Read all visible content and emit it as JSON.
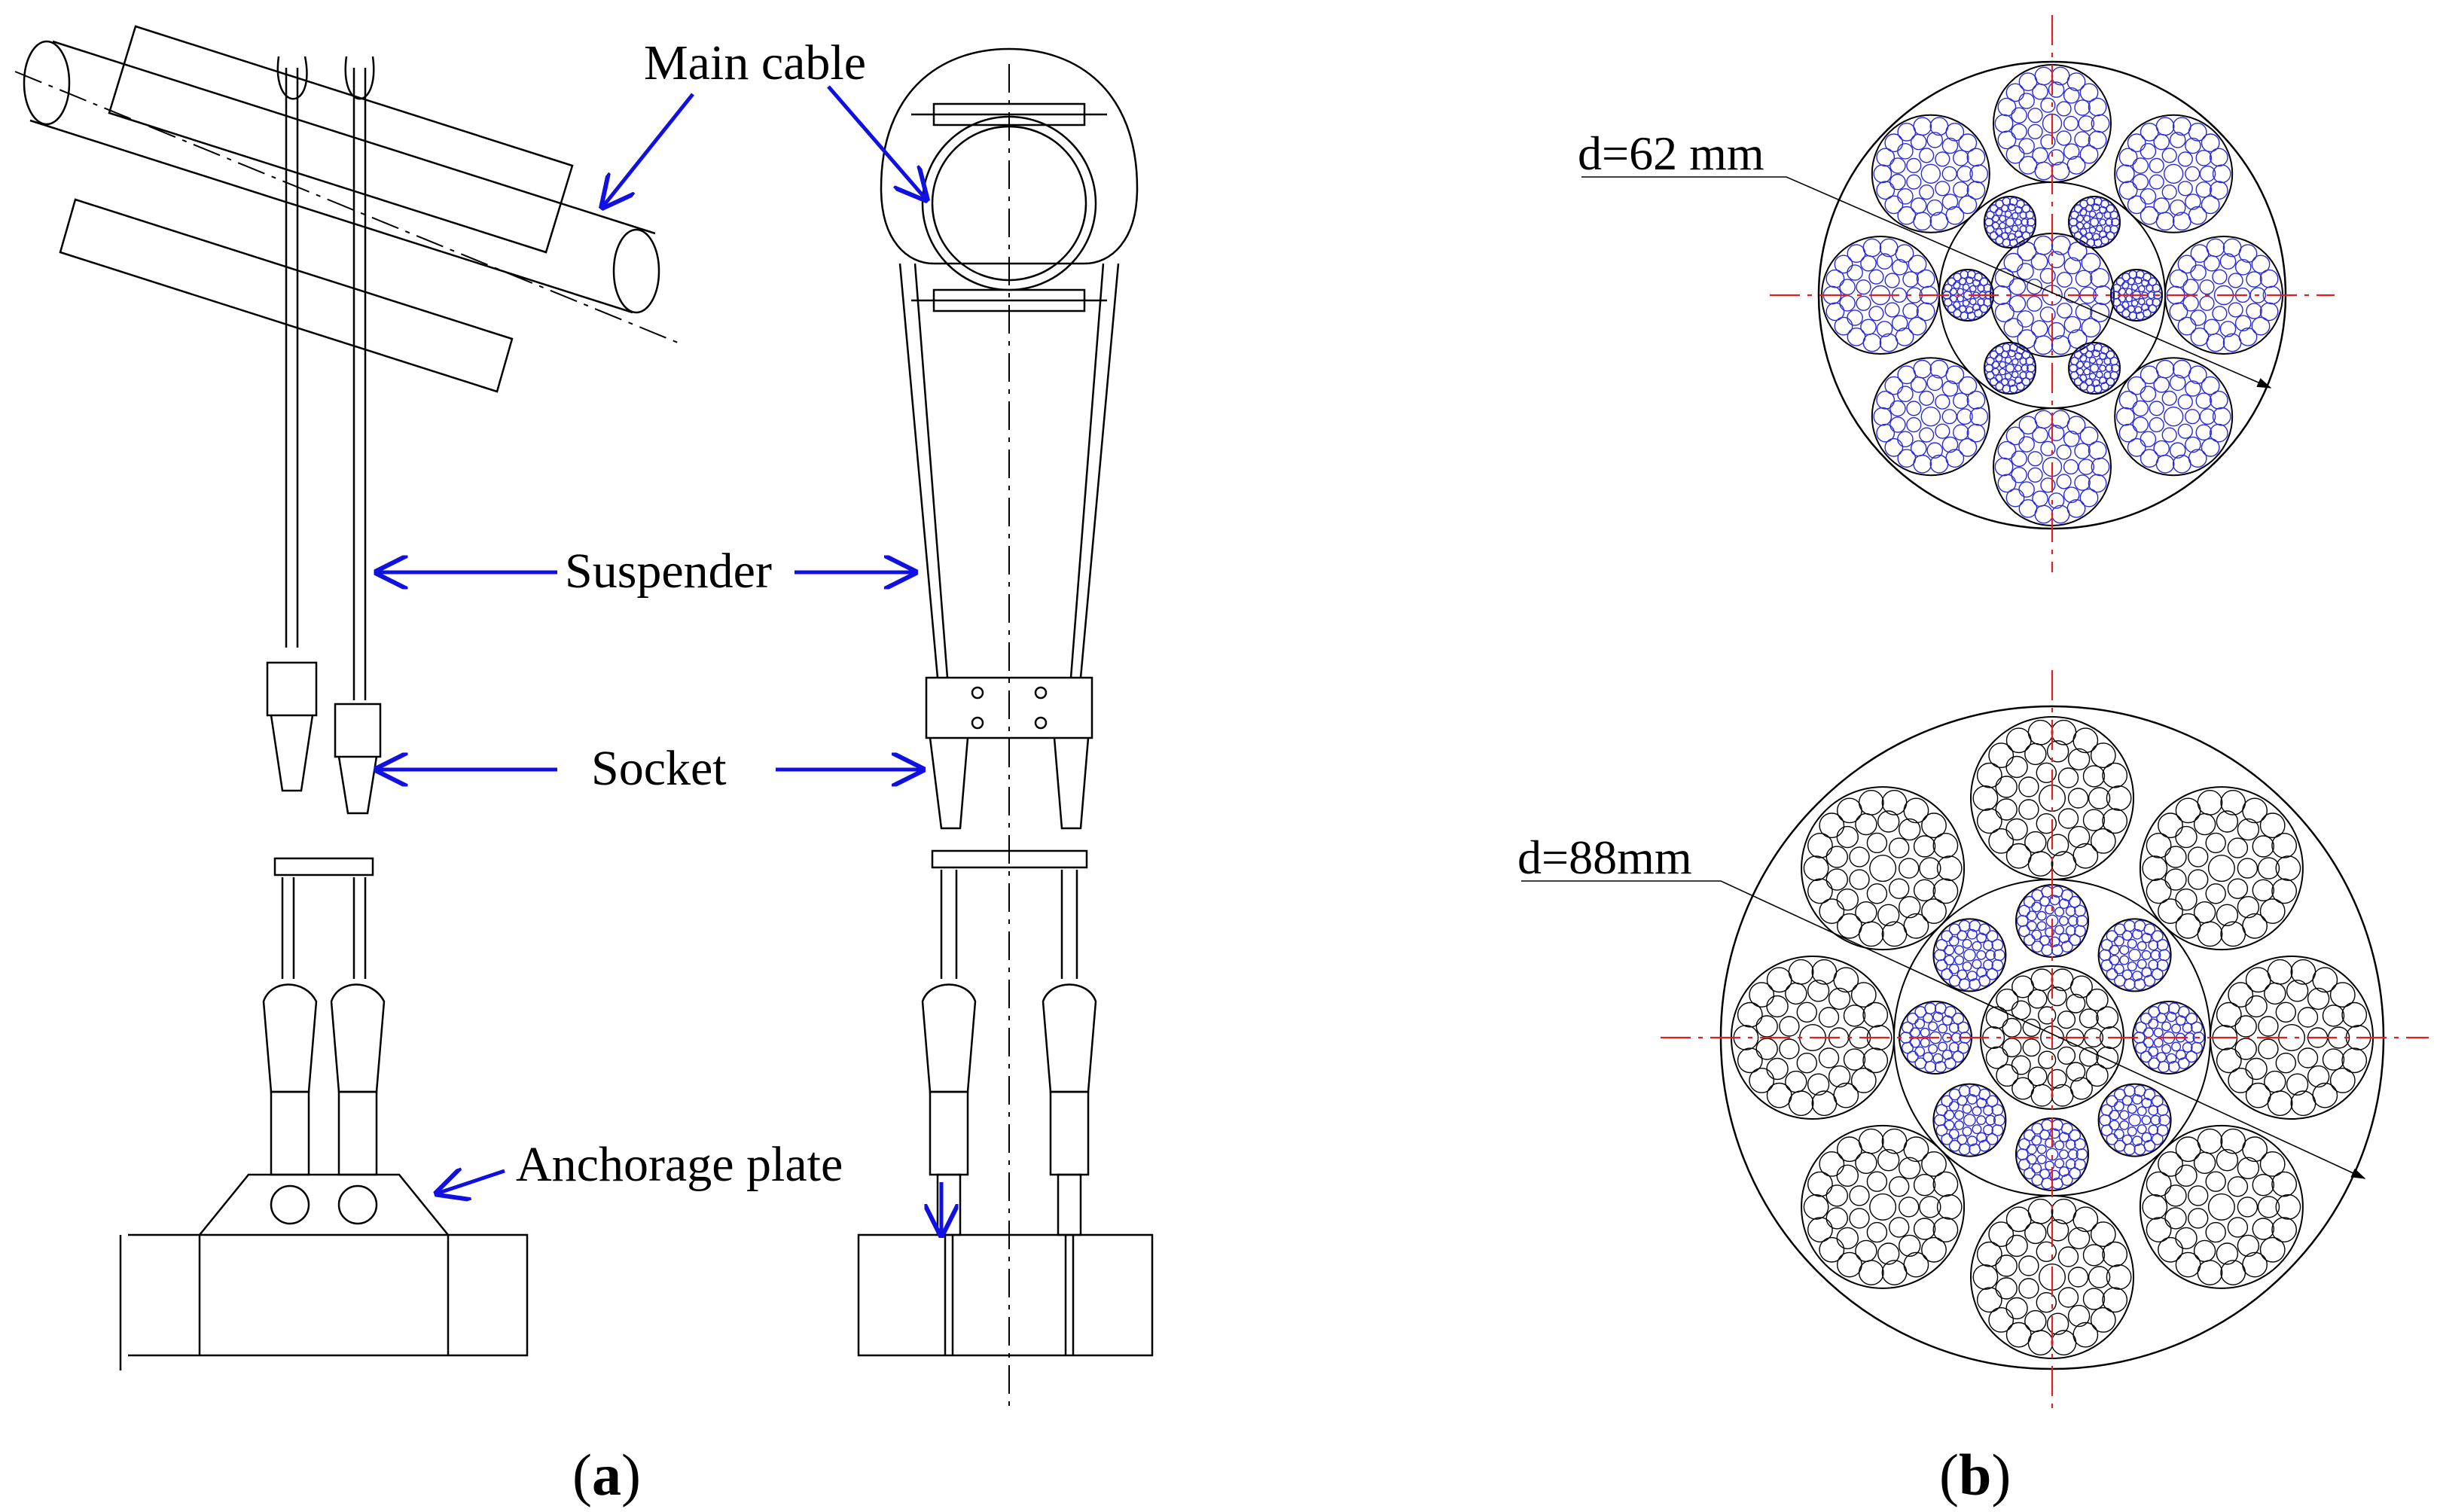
{
  "panel_a": {
    "labels": {
      "main_cable": "Main cable",
      "suspender": "Suspender",
      "socket": "Socket",
      "anchorage_plate": "Anchorage plate"
    },
    "caption_open": "(",
    "caption_letter": "a",
    "caption_close": ")"
  },
  "panel_b": {
    "top": {
      "diameter_label": "d=62 mm"
    },
    "bottom": {
      "diameter_label": "d=88mm"
    },
    "caption_open": "(",
    "caption_letter": "b",
    "caption_close": ")"
  },
  "colors": {
    "annotation_arrow": "#1010e0",
    "centerline": "#e02020",
    "inner_wire_blue": "#2a2ad8",
    "wire_black": "#000000"
  }
}
